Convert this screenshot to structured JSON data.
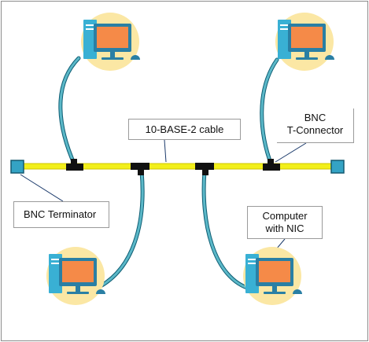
{
  "labels": {
    "cable": "10-BASE-2 cable",
    "t_connector": {
      "line1": "BNC",
      "line2": "T-Connector"
    },
    "terminator": "BNC Terminator",
    "computer": {
      "line1": "Computer",
      "line2": "with NIC"
    }
  },
  "colors": {
    "cable": "#f2ef1a",
    "cable_edge": "#cfc400",
    "drop_cable": "#5bb8c8",
    "terminator_fill": "#34a3c4",
    "tower": "#39b0d4",
    "monitor_frame": "#2a7fa4",
    "screen": "#f58a48",
    "halo": "#fbe7a4",
    "connector": "#111111"
  },
  "icons": [
    "computer-icon",
    "bnc-t-connector-icon",
    "bnc-terminator-icon"
  ]
}
